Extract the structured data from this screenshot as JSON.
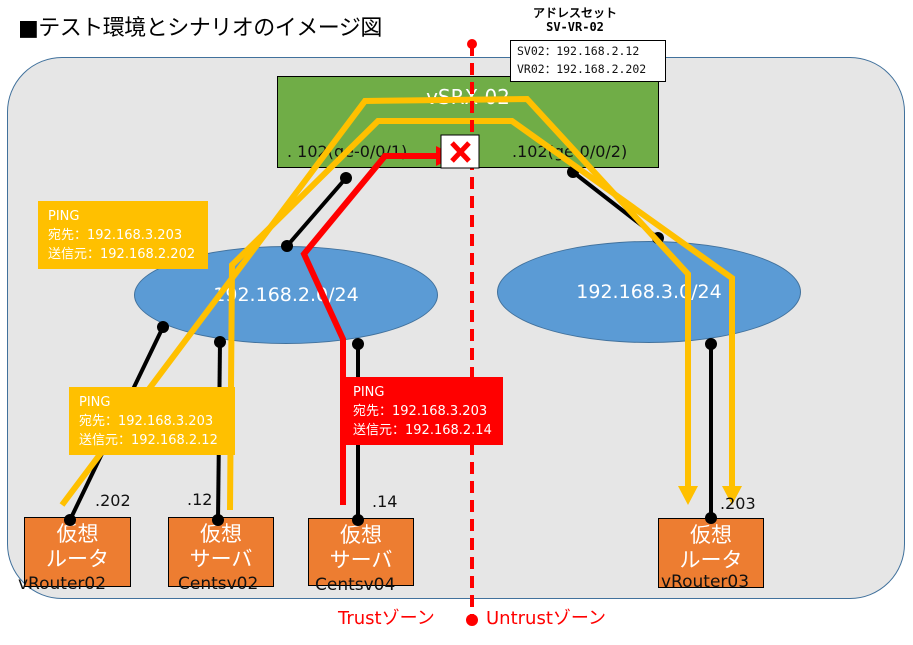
{
  "title": "■テスト環境とシナリオのイメージ図",
  "address_set": {
    "title": "アドレスセット",
    "name": "SV-VR-02",
    "entries": [
      "SV02：192.168.2.12",
      "VR02：192.168.2.202"
    ]
  },
  "firewall": {
    "name": "vSRX-02",
    "interfaces": [
      ". 102(ge-0/0/1)",
      ".102(ge-0/0/2)"
    ],
    "blocked_icon": "x-mark-icon"
  },
  "networks": [
    {
      "label": "192.168.2.0/24"
    },
    {
      "label": "192.168.3.0/24"
    }
  ],
  "nodes": [
    {
      "type_line1": "仮想",
      "type_line2": "ルータ",
      "name": "vRouter02",
      "suffix": ".202"
    },
    {
      "type_line1": "仮想",
      "type_line2": "サーバ",
      "name": "Centsv02",
      "suffix": ".12"
    },
    {
      "type_line1": "仮想",
      "type_line2": "サーバ",
      "name": "Centsv04",
      "suffix": ".14"
    },
    {
      "type_line1": "仮想",
      "type_line2": "ルータ",
      "name": "vRouter03",
      "suffix": ".203"
    }
  ],
  "pings": [
    {
      "title": "PING",
      "dest": "宛先：192.168.3.203",
      "src": "送信元：192.168.2.202",
      "color": "#ffc000",
      "result": "allowed"
    },
    {
      "title": "PING",
      "dest": "宛先：192.168.3.203",
      "src": "送信元：192.168.2.12",
      "color": "#ffc000",
      "result": "allowed"
    },
    {
      "title": "PING",
      "dest": "宛先：192.168.3.203",
      "src": "送信元：192.168.2.14",
      "color": "#ff0000",
      "result": "blocked"
    }
  ],
  "zones": {
    "trust": "Trustゾーン",
    "untrust": "Untrustゾーン"
  },
  "colors": {
    "background": "#e6e6e6",
    "firewall": "#70ad47",
    "network": "#5b9bd5",
    "node": "#ed7d31",
    "allowed_path": "#ffc000",
    "blocked_path": "#ff0000",
    "zone_boundary": "#ff0000"
  }
}
